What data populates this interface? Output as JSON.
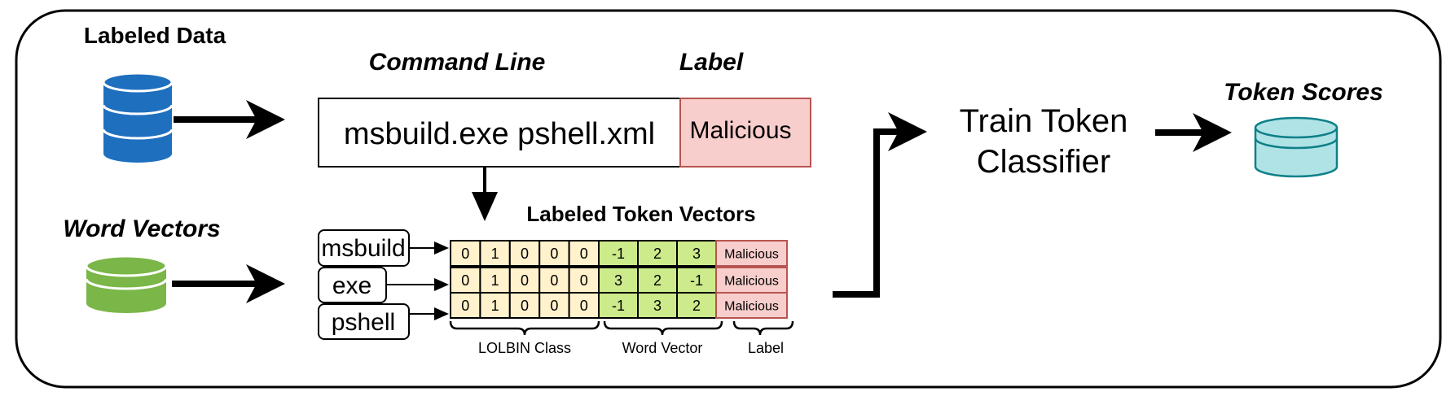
{
  "labels": {
    "labeled_data": "Labeled Data",
    "word_vectors": "Word Vectors",
    "command_line_header": "Command Line",
    "label_header": "Label",
    "command_text": "msbuild.exe pshell.xml",
    "command_label": "Malicious",
    "labeled_token_vectors": "Labeled Token Vectors",
    "train_line1": "Train Token",
    "train_line2": "Classifier",
    "token_scores": "Token Scores",
    "group_lolbin": "LOLBIN Class",
    "group_word_vector": "Word Vector",
    "group_label": "Label"
  },
  "tokens": [
    {
      "name": "msbuild",
      "lolbin": [
        "0",
        "1",
        "0",
        "0",
        "0"
      ],
      "word_vector": [
        "-1",
        "2",
        "3"
      ],
      "label": "Malicious"
    },
    {
      "name": "exe",
      "lolbin": [
        "0",
        "1",
        "0",
        "0",
        "0"
      ],
      "word_vector": [
        "3",
        "2",
        "-1"
      ],
      "label": "Malicious"
    },
    {
      "name": "pshell",
      "lolbin": [
        "0",
        "1",
        "0",
        "0",
        "0"
      ],
      "word_vector": [
        "-1",
        "3",
        "2"
      ],
      "label": "Malicious"
    }
  ],
  "colors": {
    "labeled_data_db": "#1f6fbf",
    "word_vectors_db": "#7ab648",
    "token_scores_db": "#b0e3e6",
    "token_scores_db_stroke": "#0e8088",
    "lolbin_fill": "#fff2cc",
    "word_vector_fill": "#cdeb8b",
    "label_fill": "#f8cecc",
    "label_stroke": "#b85450"
  }
}
